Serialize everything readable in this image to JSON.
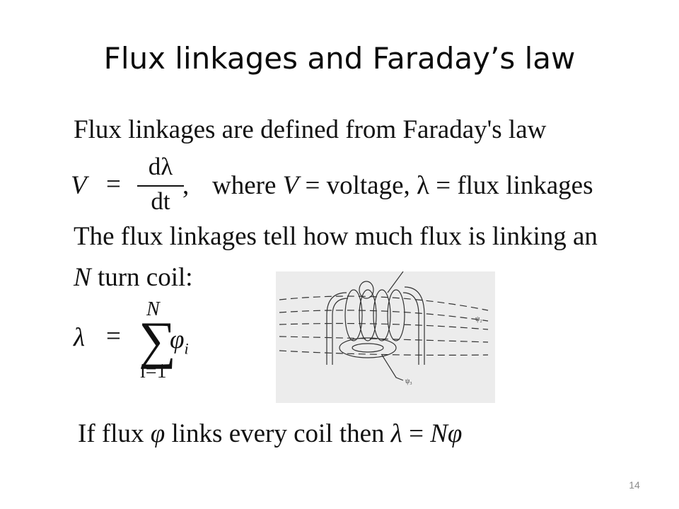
{
  "title": "Flux linkages and Faraday’s law",
  "intro": "Flux linkages are defined from Faraday's law",
  "eq1": {
    "lhs": "V",
    "equals": "=",
    "numerator": "dλ",
    "denominator": "dt",
    "comma": ",",
    "where_prefix": "where ",
    "where_var": "V",
    "where_rest": " = voltage, λ = flux linkages"
  },
  "statement_line1": "The flux linkages tell how much flux is linking an",
  "statement_line2_var": "N",
  "statement_line2_rest": " turn coil:",
  "eq2": {
    "lhs": "λ",
    "equals": "=",
    "upper": "N",
    "sum": "∑",
    "lower": "i=1",
    "term": "φ",
    "subscript": "i"
  },
  "conclusion": {
    "part1": "If flux ",
    "phi": "φ",
    "part2": " links every coil then ",
    "lambda": "λ",
    "equals": " = ",
    "rhs": "Nφ"
  },
  "figure": {
    "labels": [
      "ψ₂",
      "ψ₃"
    ]
  },
  "page_number": "14"
}
